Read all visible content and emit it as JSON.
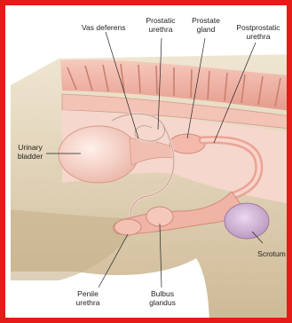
{
  "colors": {
    "border": "#e41b17",
    "tissue_pink": "#f0b8ad",
    "tissue_light": "#f9dcd4",
    "background_fur": "#d8c6a6",
    "scrotum_purple": "#c8a6cc",
    "leader_line": "#222222"
  },
  "labels": {
    "vas_deferens": "Vas deferens",
    "prostatic_urethra_1": "Prostatic",
    "prostatic_urethra_2": "urethra",
    "prostate_gland_1": "Prostate",
    "prostate_gland_2": "gland",
    "postprostatic_urethra_1": "Postprostatic",
    "postprostatic_urethra_2": "urethra",
    "urinary_bladder_1": "Urinary",
    "urinary_bladder_2": "bladder",
    "scrotum": "Scrotum",
    "penile_urethra_1": "Penile",
    "penile_urethra_2": "urethra",
    "bulbus_glandus_1": "Bulbus",
    "bulbus_glandus_2": "glandus"
  }
}
